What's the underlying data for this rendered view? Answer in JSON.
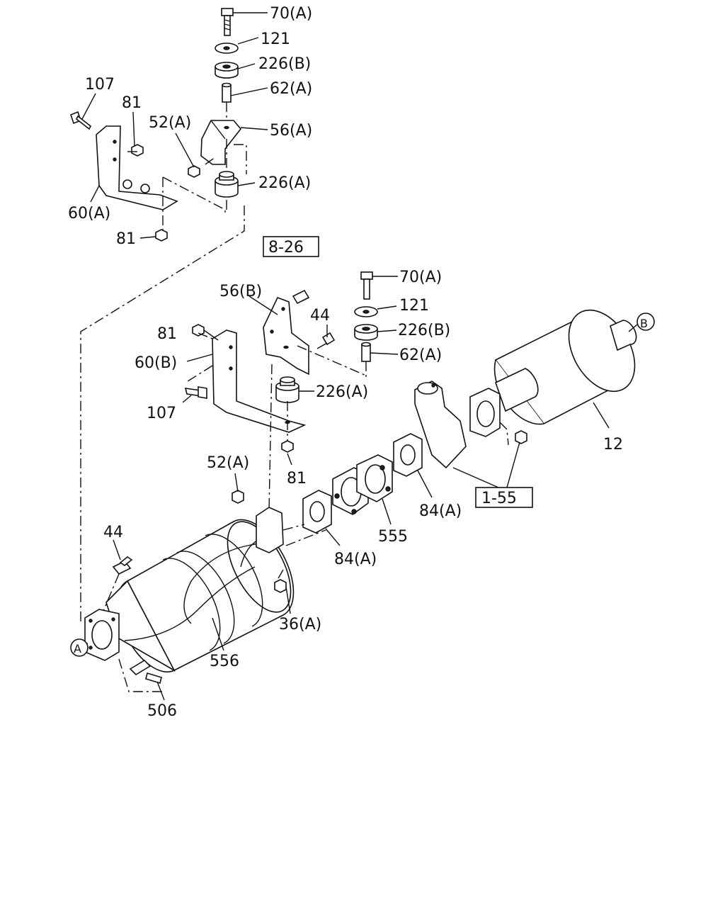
{
  "labels": {
    "l70a_top": "70(A)",
    "l121_top": "121",
    "l226b_top": "226(B)",
    "l62a_top": "62(A)",
    "l56a": "56(A)",
    "l226a_top": "226(A)",
    "l107_top": "107",
    "l81_top": "81",
    "l52a_top": "52(A)",
    "l60a": "60(A)",
    "l81_mid": "81",
    "l70a_mid": "70(A)",
    "l121_mid": "121",
    "l226b_mid": "226(B)",
    "l62a_mid": "62(A)",
    "l56b": "56(B)",
    "l44_mid": "44",
    "l81_left": "81",
    "l60b": "60(B)",
    "l226a_mid": "226(A)",
    "l107_mid": "107",
    "l81_low": "81",
    "l52a_low": "52(A)",
    "l12": "12",
    "l84a_right": "84(A)",
    "l555": "555",
    "l84a_mid": "84(A)",
    "l44_low": "44",
    "l36a": "36(A)",
    "l556": "556",
    "l506": "506"
  },
  "refs": {
    "r826": "8-26",
    "r155": "1-55"
  },
  "markers": {
    "a": "A",
    "b": "B"
  }
}
